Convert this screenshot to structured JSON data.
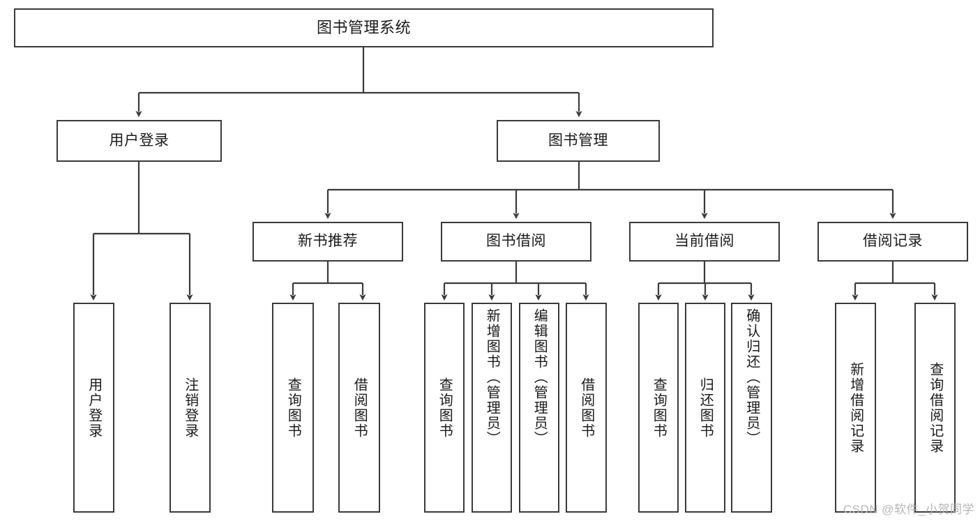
{
  "diagram": {
    "type": "tree-hierarchy",
    "title": "图书管理系统",
    "watermark": "CSDN @软件_小贺同学",
    "colors": {
      "box_border": "#3a3a3a",
      "box_fill": "#ffffff",
      "edge": "#3a3a3a",
      "text": "#1a1a1a",
      "watermark": "#b6b6b6",
      "background": "#ffffff"
    },
    "nodes": {
      "root": {
        "label": "图书管理系统",
        "level": 0,
        "orientation": "horizontal"
      },
      "user_login": {
        "label": "用户登录",
        "level": 1,
        "orientation": "horizontal"
      },
      "book_manage": {
        "label": "图书管理",
        "level": 1,
        "orientation": "horizontal"
      },
      "new_book_rec": {
        "label": "新书推荐",
        "level": 2,
        "orientation": "horizontal"
      },
      "book_borrow": {
        "label": "图书借阅",
        "level": 2,
        "orientation": "horizontal"
      },
      "current_borrow": {
        "label": "当前借阅",
        "level": 2,
        "orientation": "horizontal"
      },
      "borrow_record": {
        "label": "借阅记录",
        "level": 2,
        "orientation": "horizontal"
      },
      "leaf_user_login": {
        "label": "用户登录",
        "level": 2,
        "orientation": "vertical"
      },
      "leaf_logout": {
        "label": "注销登录",
        "level": 2,
        "orientation": "vertical"
      },
      "leaf_rec_query": {
        "label": "查询图书",
        "level": 3,
        "orientation": "vertical"
      },
      "leaf_rec_borrow": {
        "label": "借阅图书",
        "level": 3,
        "orientation": "vertical"
      },
      "leaf_borrow_query": {
        "label": "查询图书",
        "level": 3,
        "orientation": "vertical"
      },
      "leaf_borrow_add": {
        "label": "新增图书（管理员）",
        "level": 3,
        "orientation": "vertical"
      },
      "leaf_borrow_edit": {
        "label": "编辑图书（管理员）",
        "level": 3,
        "orientation": "vertical"
      },
      "leaf_borrow_take": {
        "label": "借阅图书",
        "level": 3,
        "orientation": "vertical"
      },
      "leaf_cur_query": {
        "label": "查询图书",
        "level": 3,
        "orientation": "vertical"
      },
      "leaf_cur_return": {
        "label": "归还图书",
        "level": 3,
        "orientation": "vertical"
      },
      "leaf_cur_confirm": {
        "label": "确认归还（管理员）",
        "level": 3,
        "orientation": "vertical"
      },
      "leaf_rec_add": {
        "label": "新增借阅记录",
        "level": 3,
        "orientation": "vertical"
      },
      "leaf_rec_search": {
        "label": "查询借阅记录",
        "level": 3,
        "orientation": "vertical"
      }
    },
    "edges": [
      {
        "from": "root",
        "to": "user_login"
      },
      {
        "from": "root",
        "to": "book_manage"
      },
      {
        "from": "user_login",
        "to": "leaf_user_login"
      },
      {
        "from": "user_login",
        "to": "leaf_logout"
      },
      {
        "from": "book_manage",
        "to": "new_book_rec"
      },
      {
        "from": "book_manage",
        "to": "book_borrow"
      },
      {
        "from": "book_manage",
        "to": "current_borrow"
      },
      {
        "from": "book_manage",
        "to": "borrow_record"
      },
      {
        "from": "new_book_rec",
        "to": "leaf_rec_query"
      },
      {
        "from": "new_book_rec",
        "to": "leaf_rec_borrow"
      },
      {
        "from": "book_borrow",
        "to": "leaf_borrow_query"
      },
      {
        "from": "book_borrow",
        "to": "leaf_borrow_add"
      },
      {
        "from": "book_borrow",
        "to": "leaf_borrow_edit"
      },
      {
        "from": "book_borrow",
        "to": "leaf_borrow_take"
      },
      {
        "from": "current_borrow",
        "to": "leaf_cur_query"
      },
      {
        "from": "current_borrow",
        "to": "leaf_cur_return"
      },
      {
        "from": "current_borrow",
        "to": "leaf_cur_confirm"
      },
      {
        "from": "borrow_record",
        "to": "leaf_rec_add"
      },
      {
        "from": "borrow_record",
        "to": "leaf_rec_search"
      }
    ]
  }
}
